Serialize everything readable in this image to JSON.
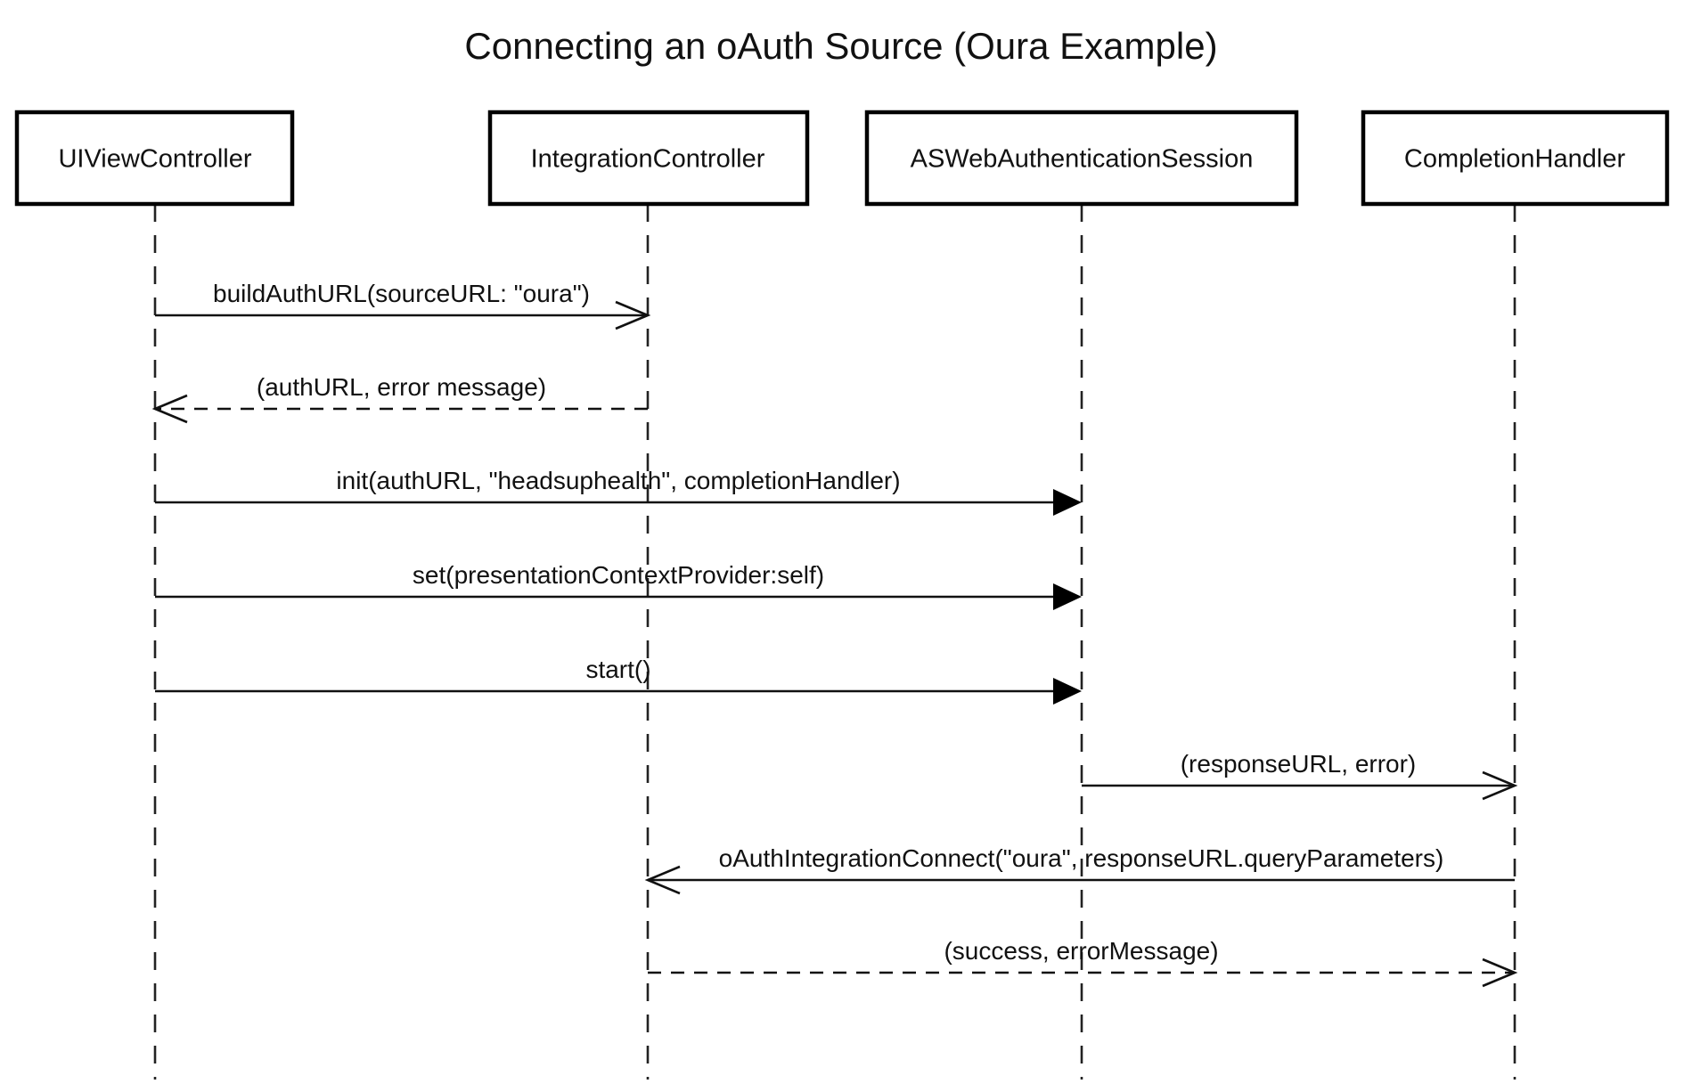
{
  "diagram": {
    "title": "Connecting an oAuth Source (Oura Example)",
    "participants": [
      {
        "id": "uivc",
        "label": "UIViewController"
      },
      {
        "id": "ic",
        "label": "IntegrationController"
      },
      {
        "id": "aswas",
        "label": "ASWebAuthenticationSession"
      },
      {
        "id": "ch",
        "label": "CompletionHandler"
      }
    ],
    "messages": [
      {
        "from": "uivc",
        "to": "ic",
        "label": "buildAuthURL(sourceURL: \"oura\")",
        "style": "solid",
        "arrowhead": "open"
      },
      {
        "from": "ic",
        "to": "uivc",
        "label": "(authURL, error message)",
        "style": "dashed",
        "arrowhead": "open"
      },
      {
        "from": "uivc",
        "to": "aswas",
        "label": "init(authURL, \"headsuphealth\", completionHandler)",
        "style": "solid",
        "arrowhead": "filled"
      },
      {
        "from": "uivc",
        "to": "aswas",
        "label": "set(presentationContextProvider:self)",
        "style": "solid",
        "arrowhead": "filled"
      },
      {
        "from": "uivc",
        "to": "aswas",
        "label": "start()",
        "style": "solid",
        "arrowhead": "filled"
      },
      {
        "from": "aswas",
        "to": "ch",
        "label": "(responseURL, error)",
        "style": "solid",
        "arrowhead": "open"
      },
      {
        "from": "ch",
        "to": "ic",
        "label": "oAuthIntegrationConnect(\"oura\", responseURL.queryParameters)",
        "style": "solid",
        "arrowhead": "open"
      },
      {
        "from": "ic",
        "to": "ch",
        "label": "(success, errorMessage)",
        "style": "dashed",
        "arrowhead": "open"
      }
    ]
  }
}
